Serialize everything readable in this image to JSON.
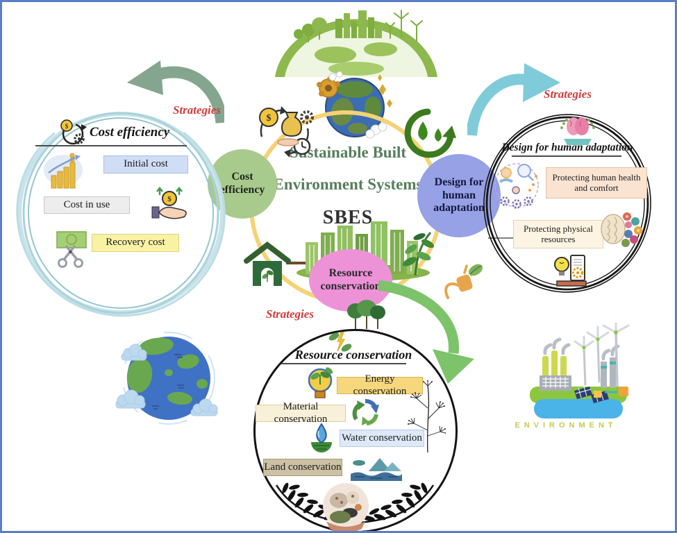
{
  "colors": {
    "page_border": "#5b7fc7",
    "ring_yellow": "#f6d276",
    "title_green": "#567e5d",
    "strategies_red": "#d23b3b",
    "cost_bubble_green": "#a9ca8d",
    "design_bubble_blue": "#96a1e6",
    "resource_bubble_pink": "#ee92d8",
    "sage_arrow": "#85a68e",
    "teal_arrow": "#7fcbd9",
    "green_arrow": "#7cc36a"
  },
  "glyphs": {
    "dollar": "$"
  },
  "labels": {
    "strategies": "Strategies"
  },
  "center": {
    "title_line1": "Sustainable Built",
    "title_line2": "Environment Systems",
    "acronym": "SBES"
  },
  "bubbles": {
    "cost_efficiency": "Cost efficiency",
    "design_adaptation": "Design for human adaptation",
    "resource_conservation": "Resource conservation"
  },
  "cost_panel": {
    "title": "Cost efficiency",
    "items": [
      "Initial cost",
      "Cost in use",
      "Recovery cost"
    ]
  },
  "design_panel": {
    "title": "Design for human adaptation",
    "items": [
      "Protecting human health and comfort",
      "Protecting physical resources"
    ]
  },
  "resource_panel": {
    "title": "Resource conservation",
    "items": [
      "Energy conservation",
      "Material conservation",
      "Water conservation",
      "Land conservation"
    ]
  },
  "environment": {
    "label": "ENVIRONMENT"
  },
  "icons": [
    "green-earth-city-illustration",
    "earth-sunflower-icon",
    "money-management-icon",
    "eco-recycle-drops-icon",
    "eco-house-icon",
    "plant-icon",
    "eco-plug-icon",
    "green-city-illustration",
    "arrow-right-icon",
    "sage-arrow-icon",
    "teal-arrow-icon",
    "green-arrow-icon",
    "brushed-circle",
    "sketch-circle",
    "gear-dollar-icon",
    "bar-chart-icon",
    "hand-coin-icon",
    "money-scissors-icon",
    "brain-hands-icon",
    "human-tech-icon",
    "brain-flower-icon",
    "bulb-document-icon",
    "trees-icon",
    "leaf-energy-icon",
    "bulb-sprout-icon",
    "recycle-icon",
    "dried-plant-icon",
    "water-drop-earth-icon",
    "landscape-icon",
    "laurel-wreath-icon",
    "hands-wildlife-icon",
    "earth-clouds-illustration",
    "environment-illustration"
  ]
}
